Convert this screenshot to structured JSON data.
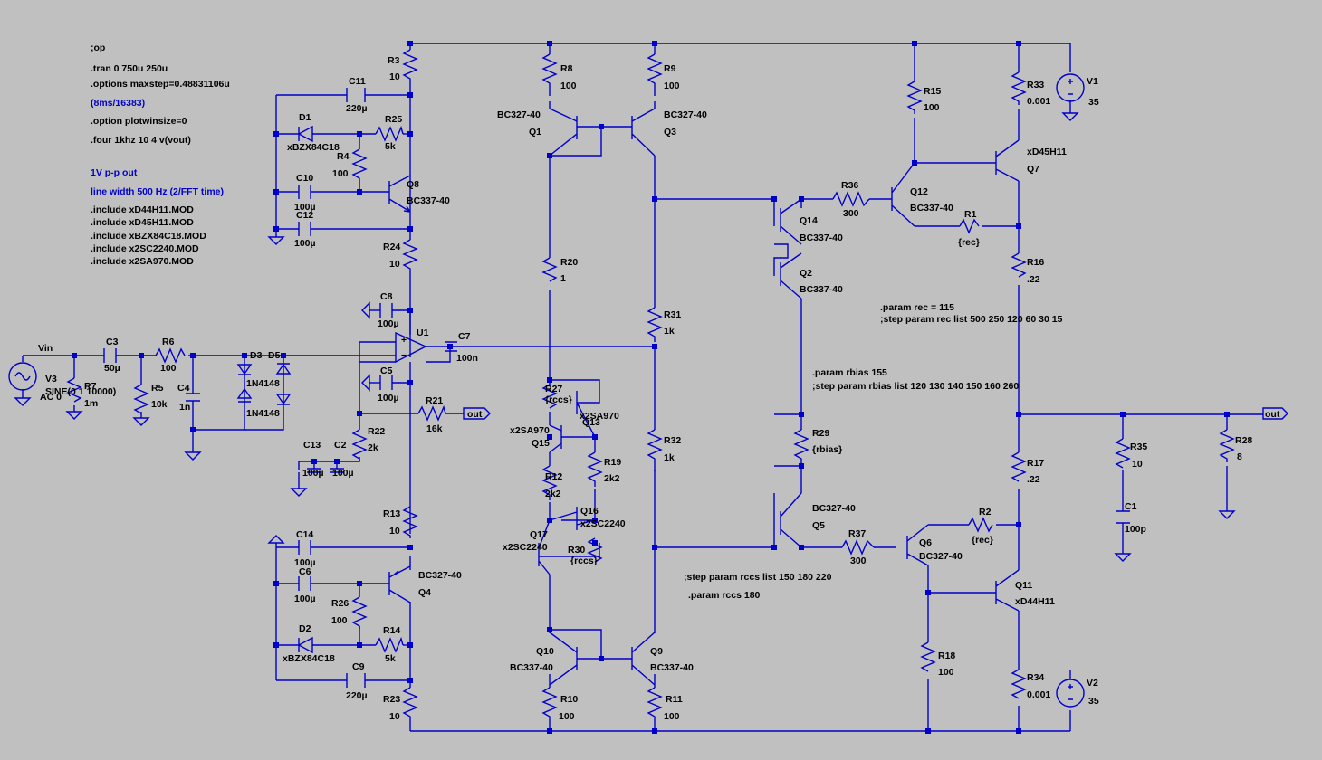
{
  "directives": {
    "op": ";op",
    "tran": ".tran 0 750u 250u",
    "maxstep": ".options maxstep=0.48831106u",
    "note_fft": "(8ms/16383)",
    "plotwinsize": ".option plotwinsize=0",
    "four": ".four 1khz 10 4 v(vout)",
    "note_out": "1V p-p out",
    "note_width": "line width 500 Hz (2/FFT time)",
    "inc1": ".include xD44H11.MOD",
    "inc2": ".include xD45H11.MOD",
    "inc3": ".include xBZX84C18.MOD",
    "inc4": ".include x2SC2240.MOD",
    "inc5": ".include x2SA970.MOD",
    "param_rec": ".param rec = 115",
    "step_rec": ";step param rec list 500 250 120 60 30 15",
    "param_rbias": ".param rbias 155",
    "step_rbias": ";step param rbias list 120 130 140 150 160 260",
    "step_rccs": ";step param rccs list 150 180 220",
    "param_rccs": ".param rccs 180"
  },
  "nets": {
    "vin": "Vin",
    "out1": "out",
    "out2": "out"
  },
  "components": {
    "R3": {
      "name": "R3",
      "value": "10"
    },
    "C11": {
      "name": "C11",
      "value": "220µ"
    },
    "D1": {
      "name": "D1",
      "value": "xBZX84C18"
    },
    "R25": {
      "name": "R25",
      "value": "5k"
    },
    "R4": {
      "name": "R4",
      "value": "100"
    },
    "C10": {
      "name": "C10",
      "value": "100µ"
    },
    "C12": {
      "name": "C12",
      "value": "100µ"
    },
    "Q8": {
      "name": "Q8",
      "value": "BC337-40"
    },
    "R24": {
      "name": "R24",
      "value": "10"
    },
    "C8": {
      "name": "C8",
      "value": "100µ"
    },
    "U1": {
      "name": "U1"
    },
    "C7": {
      "name": "C7",
      "value": "100n"
    },
    "C5": {
      "name": "C5",
      "value": "100µ"
    },
    "R21": {
      "name": "R21",
      "value": "16k"
    },
    "R22": {
      "name": "R22",
      "value": "2k"
    },
    "C13": {
      "name": "C13",
      "value": "100µ"
    },
    "C2": {
      "name": "C2",
      "value": "100µ"
    },
    "R13": {
      "name": "R13",
      "value": "10"
    },
    "C14": {
      "name": "C14",
      "value": "100µ"
    },
    "C6": {
      "name": "C6",
      "value": "100µ"
    },
    "Q4": {
      "name": "Q4",
      "value": "BC327-40"
    },
    "R26": {
      "name": "R26",
      "value": "100"
    },
    "D2": {
      "name": "D2",
      "value": "xBZX84C18"
    },
    "R14": {
      "name": "R14",
      "value": "5k"
    },
    "C9": {
      "name": "C9",
      "value": "220µ"
    },
    "R23": {
      "name": "R23",
      "value": "10"
    },
    "V3": {
      "name": "V3",
      "value": "SINE(0 1 10000)",
      "ac": "AC 0"
    },
    "R7": {
      "name": "R7",
      "value": "1m"
    },
    "C3": {
      "name": "C3",
      "value": "50µ"
    },
    "R6": {
      "name": "R6",
      "value": "100"
    },
    "R5": {
      "name": "R5",
      "value": "10k"
    },
    "C4": {
      "name": "C4",
      "value": "1n"
    },
    "D3": {
      "name": "D3",
      "value": "1N4148"
    },
    "D5": {
      "name": "D5",
      "value": "1N4148"
    },
    "R8": {
      "name": "R8",
      "value": "100"
    },
    "R9": {
      "name": "R9",
      "value": "100"
    },
    "Q1": {
      "name": "Q1",
      "value": "BC327-40"
    },
    "Q3": {
      "name": "Q3",
      "value": "BC327-40"
    },
    "R20": {
      "name": "R20",
      "value": "1"
    },
    "R31": {
      "name": "R31",
      "value": "1k"
    },
    "R27": {
      "name": "R27",
      "value": "{rccs}"
    },
    "Q13": {
      "name": "Q13",
      "value": "x2SA970"
    },
    "Q15": {
      "name": "Q15",
      "value": "x2SA970"
    },
    "R19": {
      "name": "R19",
      "value": "2k2"
    },
    "R12": {
      "name": "R12",
      "value": "2k2"
    },
    "Q16": {
      "name": "Q16",
      "value": "x2SC2240"
    },
    "Q17": {
      "name": "Q17",
      "value": "x2SC2240"
    },
    "R30": {
      "name": "R30",
      "value": "{rccs}"
    },
    "R32": {
      "name": "R32",
      "value": "1k"
    },
    "Q10": {
      "name": "Q10",
      "value": "BC337-40"
    },
    "Q9": {
      "name": "Q9",
      "value": "BC337-40"
    },
    "R10": {
      "name": "R10",
      "value": "100"
    },
    "R11": {
      "name": "R11",
      "value": "100"
    },
    "R36": {
      "name": "R36",
      "value": "300"
    },
    "Q14": {
      "name": "Q14",
      "value": "BC337-40"
    },
    "Q2": {
      "name": "Q2",
      "value": "BC337-40"
    },
    "R29": {
      "name": "R29",
      "value": "{rbias}"
    },
    "Q5": {
      "name": "Q5",
      "value": "BC327-40"
    },
    "R37": {
      "name": "R37",
      "value": "300"
    },
    "R15": {
      "name": "R15",
      "value": "100"
    },
    "Q12": {
      "name": "Q12",
      "value": "BC337-40"
    },
    "R1": {
      "name": "R1",
      "value": "{rec}"
    },
    "Q7": {
      "name": "Q7",
      "value": "xD45H11"
    },
    "R33": {
      "name": "R33",
      "value": "0.001"
    },
    "V1": {
      "name": "V1",
      "value": "35"
    },
    "R16": {
      "name": "R16",
      "value": ".22"
    },
    "R17": {
      "name": "R17",
      "value": ".22"
    },
    "Q6": {
      "name": "Q6",
      "value": "BC327-40"
    },
    "R2": {
      "name": "R2",
      "value": "{rec}"
    },
    "Q11": {
      "name": "Q11",
      "value": "xD44H11"
    },
    "R18": {
      "name": "R18",
      "value": "100"
    },
    "R34": {
      "name": "R34",
      "value": "0.001"
    },
    "V2": {
      "name": "V2",
      "value": "35"
    },
    "R35": {
      "name": "R35",
      "value": "10"
    },
    "C1": {
      "name": "C1",
      "value": "100p"
    },
    "R28": {
      "name": "R28",
      "value": "8"
    }
  }
}
